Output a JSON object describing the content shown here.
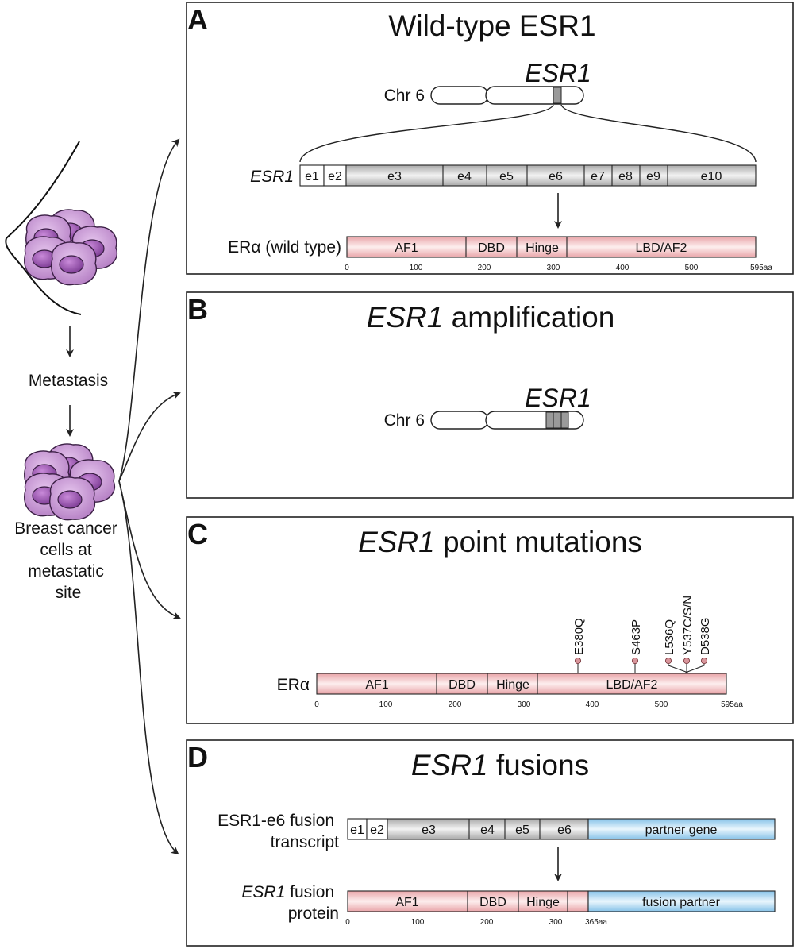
{
  "left": {
    "metastasis": "Metastasis",
    "site_lines": [
      "Breast cancer",
      "cells at",
      "metastatic",
      "site"
    ]
  },
  "panelA": {
    "letter": "A",
    "title_italic": "Wild-type ESR1",
    "gene_marker": "ESR1",
    "chr_label": "Chr 6",
    "gene_label": "ESR1",
    "exons": [
      "e1",
      "e2",
      "e3",
      "e4",
      "e5",
      "e6",
      "e7",
      "e8",
      "e9",
      "e10"
    ],
    "protein_label": "ERα (wild type)",
    "domains": [
      "AF1",
      "DBD",
      "Hinge",
      "LBD/AF2"
    ],
    "ticks": [
      "0",
      "100",
      "200",
      "300",
      "400",
      "500",
      "595aa"
    ]
  },
  "panelB": {
    "letter": "B",
    "title_italic": "ESR1",
    "title_rest": " amplification",
    "gene_marker": "ESR1",
    "chr_label": "Chr 6"
  },
  "panelC": {
    "letter": "C",
    "title_italic": "ESR1",
    "title_rest": " point mutations",
    "protein_label": "ERα",
    "domains": [
      "AF1",
      "DBD",
      "Hinge",
      "LBD/AF2"
    ],
    "ticks": [
      "0",
      "100",
      "200",
      "300",
      "400",
      "500",
      "595aa"
    ],
    "mutations": [
      "E380Q",
      "S463P",
      "L536Q",
      "Y537C/S/N",
      "D538G"
    ]
  },
  "panelD": {
    "letter": "D",
    "title_italic": "ESR1",
    "title_rest": " fusions",
    "transcript_label": [
      "ESR1-e6 fusion",
      "transcript"
    ],
    "exons": [
      "e1",
      "e2",
      "e3",
      "e4",
      "e5",
      "e6"
    ],
    "partner_gene": "partner gene",
    "protein_label_italic": "ESR1",
    "protein_label_rest": " fusion",
    "protein_label_line2": "protein",
    "domains": [
      "AF1",
      "DBD",
      "Hinge"
    ],
    "fusion_partner": "fusion partner",
    "ticks": [
      "0",
      "100",
      "200",
      "300",
      "365aa"
    ]
  },
  "colors": {
    "domain_pink": "#f2c2c4",
    "exon_gray": "#bdbdbd",
    "partner_blue": "#a8d4ef",
    "cell_purple": "#b57fc4",
    "nucleus_purple": "#8e4aa6",
    "mutation_dot": "#d9959b"
  }
}
